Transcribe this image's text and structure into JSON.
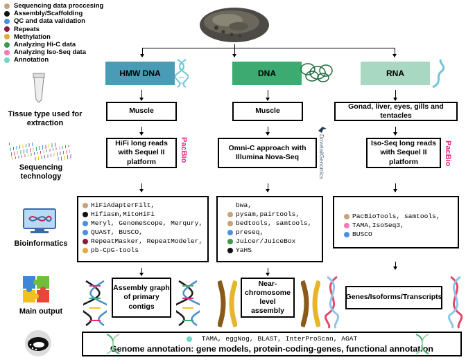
{
  "legend": [
    {
      "label": "Sequencing data proccesing",
      "color": "#c8a27c"
    },
    {
      "label": "Assembly/Scaffolding",
      "color": "#111111"
    },
    {
      "label": "QC and data validation",
      "color": "#4a90e2"
    },
    {
      "label": "Repeats",
      "color": "#8b1a3a"
    },
    {
      "label": "Methylation",
      "color": "#e3a93b"
    },
    {
      "label": "Analyzing Hi-C data",
      "color": "#3a9a4a"
    },
    {
      "label": "Analyzing Iso-Seq data",
      "color": "#f07ab8"
    },
    {
      "label": "Annotation",
      "color": "#6fd6c8"
    }
  ],
  "row_labels": {
    "tissue": "Tissue type used for extraction",
    "sequencing": "Sequencing technology",
    "bioinformatics": "Bioinformatics",
    "output": "Main output"
  },
  "columns": {
    "hmw": {
      "header": "HMW DNA",
      "header_color": "#4a9bb5",
      "tissue": "Muscle",
      "sequencing": "HiFi long reads with Sequel II platform",
      "brand": "PacBio",
      "tools": [
        {
          "text": "HiFiAdapterFilt,",
          "color": "#c8a27c"
        },
        {
          "text": "Hifiasm,MitoHiFi",
          "color": "#111111"
        },
        {
          "text": "Meryl, GenomeScope,  Merqury,",
          "color": "#4a90e2"
        },
        {
          "text": "QUAST, BUSCO,",
          "color": "#4a90e2"
        },
        {
          "text": "RepeatMasker, RepeatModeler,",
          "color": "#8b1a3a"
        },
        {
          "text": "pb-CpG-tools",
          "color": "#e3a93b"
        }
      ],
      "output": "Assembly graph of primary contigs"
    },
    "dna": {
      "header": "DNA",
      "header_color": "#3daa72",
      "tissue": "Muscle",
      "sequencing": "Omni-C approach with Illumina Nova-Seq",
      "brand": "DovetailGenomics",
      "tools": [
        {
          "text": "bwa,",
          "color": ""
        },
        {
          "text": "pysam,pairtools,",
          "color": "#c8a27c"
        },
        {
          "text": "bedtools, samtools,",
          "color": "#c8a27c"
        },
        {
          "text": "preseq,",
          "color": "#4a90e2"
        },
        {
          "text": "Juicer/JuiceBox",
          "color": "#3a9a4a"
        },
        {
          "text": "YaHS",
          "color": "#111111"
        }
      ],
      "output": "Near-chromosome level assembly"
    },
    "rna": {
      "header": "RNA",
      "header_color": "#a8d8c2",
      "tissue": "Gonad, liver, eyes, gills and tentacles",
      "sequencing": "Iso-Seq long reads with Sequel II platform",
      "brand": "PacBio",
      "tools": [
        {
          "text": "PacBioTools, samtools,",
          "color": "#c8a27c"
        },
        {
          "text": "TAMA,IsoSeq3,",
          "color": "#f07ab8"
        },
        {
          "text": "BUSCO",
          "color": "#4a90e2"
        }
      ],
      "output": "Genes/Isoforms/Transcripts"
    }
  },
  "annotation": {
    "tools": "TAMA, eggNog, BLAST, InterProScan, AGAT",
    "tools_color": "#6fd6c8",
    "title": "Genome annotation: gene models, protein-coding-genes, functional annotation"
  }
}
